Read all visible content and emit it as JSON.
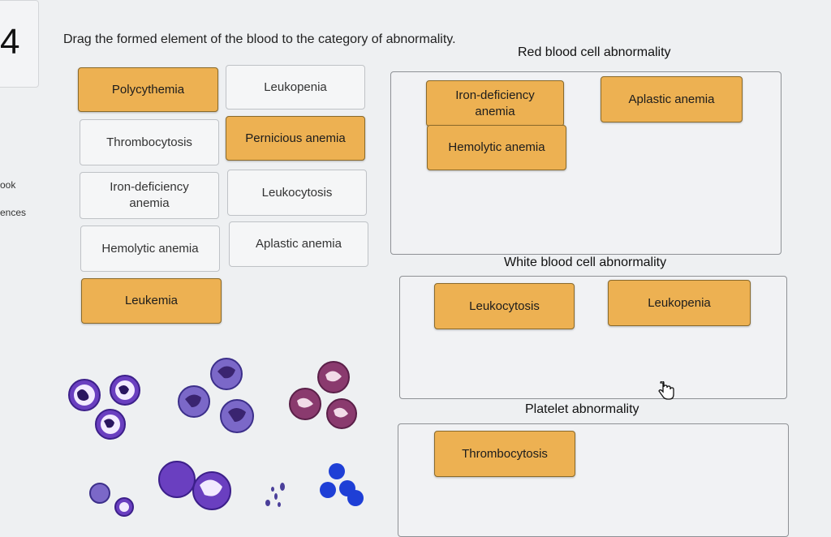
{
  "question_number": "4",
  "instruction": "Drag the formed element of the blood to the category of abnormality.",
  "side_links": [
    "ook",
    "ences"
  ],
  "bank": [
    {
      "label": "Polycythemia",
      "state": "placed"
    },
    {
      "label": "Leukopenia",
      "state": "empty"
    },
    {
      "label": "Thrombocytosis",
      "state": "empty"
    },
    {
      "label": "Pernicious anemia",
      "state": "placed"
    },
    {
      "label": "Iron-deficiency anemia",
      "state": "empty"
    },
    {
      "label": "Leukocytosis",
      "state": "empty"
    },
    {
      "label": "Hemolytic anemia",
      "state": "empty"
    },
    {
      "label": "Aplastic anemia",
      "state": "empty"
    },
    {
      "label": "Leukemia",
      "state": "placed"
    }
  ],
  "zones": {
    "red": {
      "label": "Red blood cell abnormality",
      "items": [
        "Iron-deficiency anemia",
        "Aplastic anemia",
        "Hemolytic anemia"
      ]
    },
    "white": {
      "label": "White blood cell abnormality",
      "items": [
        "Leukocytosis",
        "Leukopenia"
      ]
    },
    "platelet": {
      "label": "Platelet abnormality",
      "items": [
        "Thrombocytosis"
      ]
    }
  },
  "colors": {
    "placed_tile": "#edb152",
    "empty_tile": "#f5f6f7",
    "cell_purple": "#6a3fc0",
    "cell_magenta": "#8a3a6e",
    "platelet_blue": "#1e3fd6"
  },
  "images": [
    "neutrophil-cluster",
    "monocyte-cluster",
    "eosinophil-cluster",
    "lymphocyte-cell",
    "large-monocyte-cell",
    "platelet-fragments",
    "red-blood-cell-cluster"
  ]
}
